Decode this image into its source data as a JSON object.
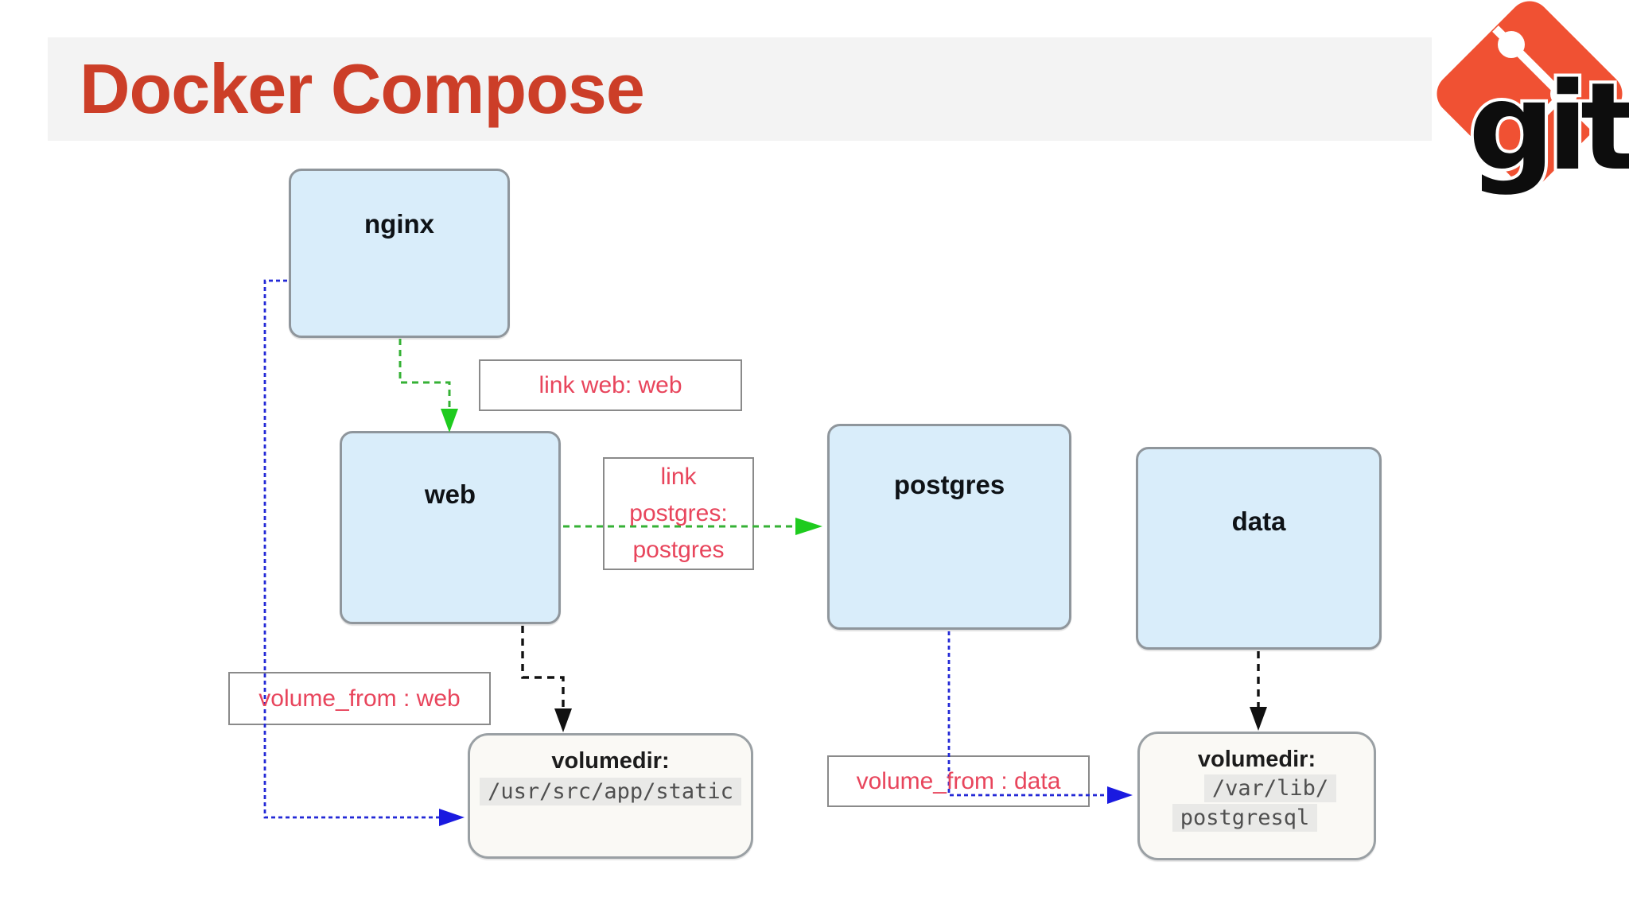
{
  "slide": {
    "title": "Docker Compose"
  },
  "logo": {
    "text": "git"
  },
  "nodes": {
    "nginx": {
      "label": "nginx"
    },
    "web": {
      "label": "web"
    },
    "postgres": {
      "label": "postgres"
    },
    "data": {
      "label": "data"
    }
  },
  "edge_labels": {
    "link_web": {
      "text": "link web: web"
    },
    "link_postgres": {
      "line1": "link",
      "line2": "postgres:",
      "line3": "postgres"
    },
    "volume_from_web": {
      "text": "volume_from : web"
    },
    "volume_from_data": {
      "text": "volume_from : data"
    }
  },
  "volumes": {
    "web_volume": {
      "title": "volumedir:",
      "path": "/usr/src/app/static"
    },
    "data_volume": {
      "title": "volumedir:",
      "path_line1": "/var/lib/",
      "path_line2": "postgresql"
    }
  },
  "colors": {
    "title_red": "#cc3e28",
    "band_gray": "#f3f3f3",
    "node_fill": "#d9edfa",
    "node_border": "#8f969c",
    "label_red": "#e8455c",
    "link_green": "#35b135",
    "link_green_arrow": "#1ecb1e",
    "volume_blue": "#2329d6",
    "mount_black": "#111111",
    "volume_fill": "#faf9f5",
    "logo_orange": "#f05133"
  }
}
